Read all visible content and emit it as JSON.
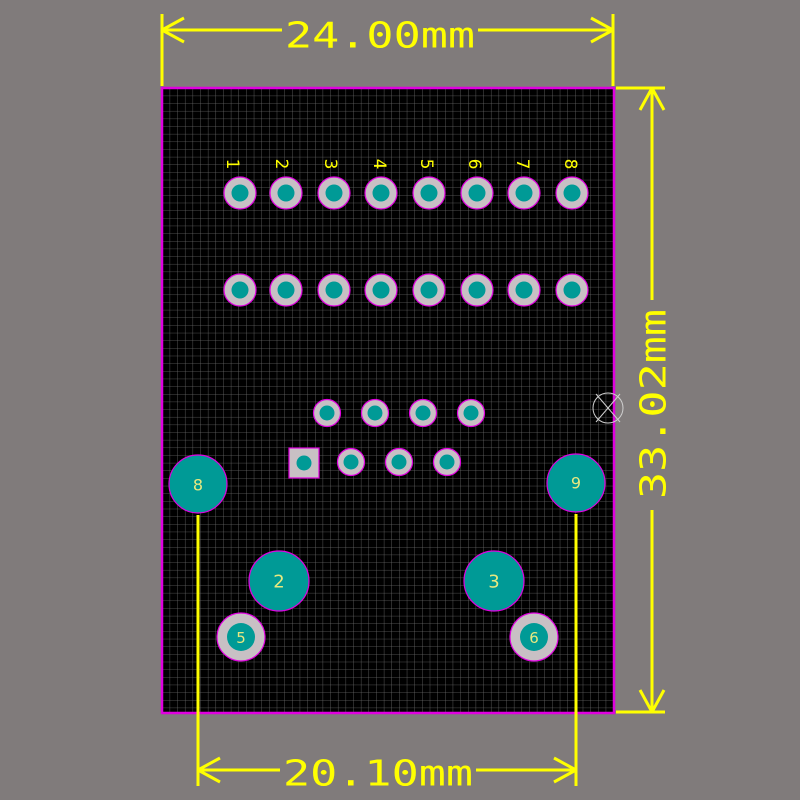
{
  "dimensions": {
    "width": "24.00mm",
    "height": "33.02mm",
    "mount_spacing": "20.10mm"
  },
  "header_pin_labels": [
    "1",
    "2",
    "3",
    "4",
    "5",
    "6",
    "7",
    "8"
  ],
  "pad_labels": {
    "mount_left": "8",
    "mount_right": "9",
    "led_left": "2",
    "led_right": "3",
    "shield_left": "5",
    "shield_right": "6"
  },
  "colors": {
    "background": "#807b7b",
    "board": "#000000",
    "grid": "#5a5a5a",
    "outline": "#e000e0",
    "copper": "#009a96",
    "ring": "#c8c0c4",
    "dimension": "#ffff00",
    "pad_text": "#e8e880"
  }
}
